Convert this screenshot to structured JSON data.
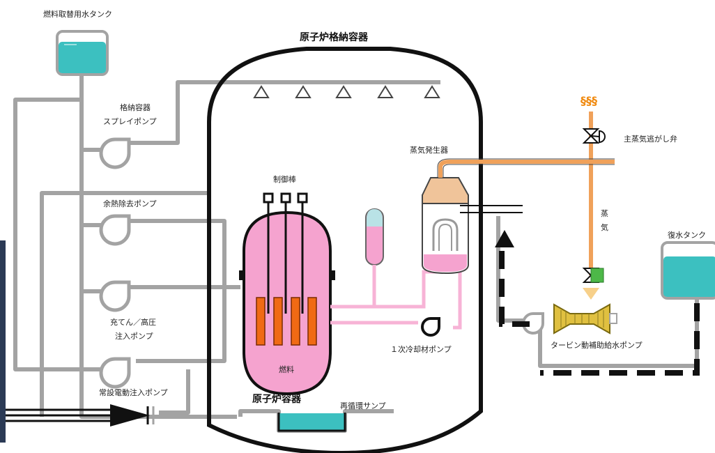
{
  "labels": {
    "fuel_pool_tank": "燃料取替用水タンク",
    "containment_vessel": "原子炉格納容器",
    "spray_pump_line1": "格納容器",
    "spray_pump_line2": "スプレイポンプ",
    "residual_heat_pump": "余熱除去ポンプ",
    "charging_pump_line1": "充てん／高圧",
    "charging_pump_line2": "注入ポンプ",
    "permanent_pump": "常設電動注入ポンプ",
    "control_rod": "制御棒",
    "fuel": "燃料",
    "reactor_vessel": "原子炉容器",
    "recirc_sump": "再循環サンプ",
    "steam_generator": "蒸気発生器",
    "primary_coolant_pump": "１次冷却材ポンプ",
    "main_steam_relief": "主蒸気逃がし弁",
    "steam_char1": "蒸",
    "steam_char2": "気",
    "condensate_tank": "復水タンク",
    "turbine_aux_pump": "タービン動補助給水ポンプ",
    "steam_symbol": "§§§"
  },
  "colors": {
    "pipe_gray": "#a3a3a3",
    "water": "#3cc0c0",
    "reactor_pink": "#f5a3cf",
    "fuel_orange": "#f06a14",
    "steam_orange": "#f0a15a",
    "pipe_pink": "#f7b3d6",
    "turbine_yellow": "#e0c040",
    "valve_green": "#4db848"
  }
}
